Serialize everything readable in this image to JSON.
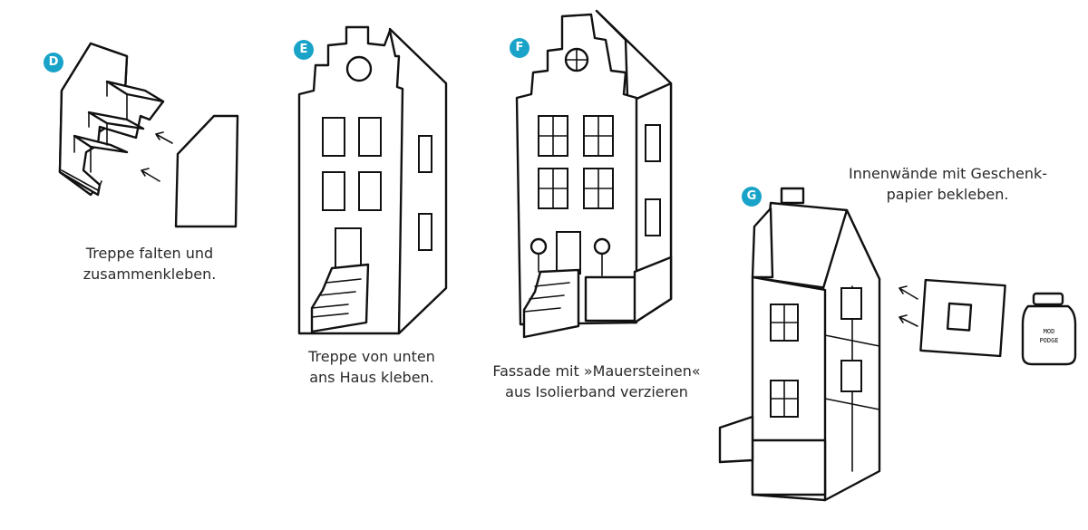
{
  "accent_color": "#1aa3c8",
  "steps": [
    {
      "letter": "D",
      "caption_lines": [
        "Treppe falten und",
        "zusammenkleben."
      ]
    },
    {
      "letter": "E",
      "caption_lines": [
        "Treppe von unten",
        "ans Haus kleben."
      ]
    },
    {
      "letter": "F",
      "caption_lines": [
        "Fassade mit »Mauersteinen«",
        "aus Isolierband verzieren"
      ]
    },
    {
      "letter": "G",
      "caption_lines": [
        "Innenwände mit Geschenk-",
        "papier bekleben."
      ],
      "jar_label_lines": [
        "MOD",
        "PODGE"
      ]
    }
  ]
}
